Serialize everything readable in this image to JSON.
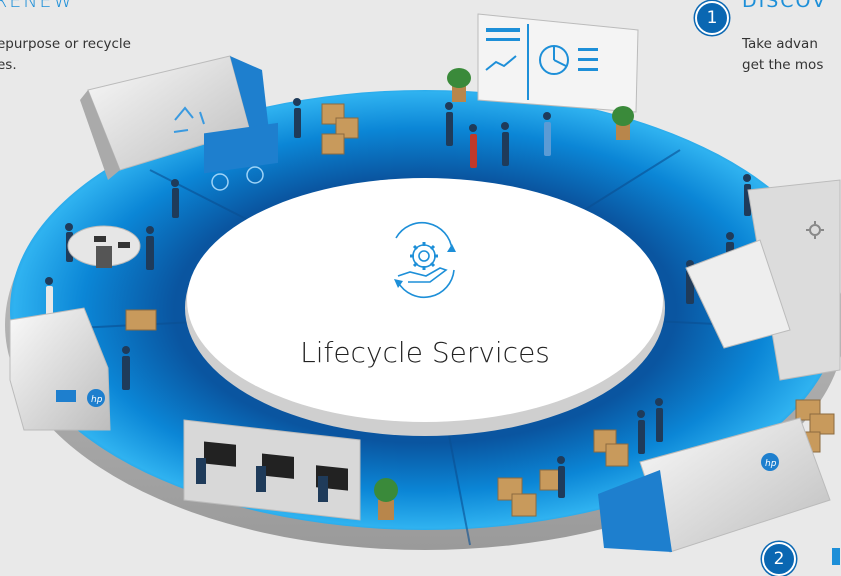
{
  "left_panel": {
    "title": "RENEW",
    "desc_line1": "epurpose or recycle",
    "desc_line2": "es."
  },
  "right_panel": {
    "step_number": "1",
    "title": "DISCOV",
    "desc_line1": "Take advan",
    "desc_line2": "get the mos"
  },
  "bottom_right": {
    "step_number": "2"
  },
  "center": {
    "title": "Lifecycle Services",
    "icon": "gear-in-hand-icon"
  },
  "scene_icons": [
    "recycle-icon",
    "gear-icon",
    "hp-logo-icon",
    "dashboard-board-icon"
  ],
  "colors": {
    "accent": "#1d8fd8",
    "ring": "#0a7fd0",
    "ring_dark": "#055aa0",
    "badge": "#0a67b2"
  }
}
